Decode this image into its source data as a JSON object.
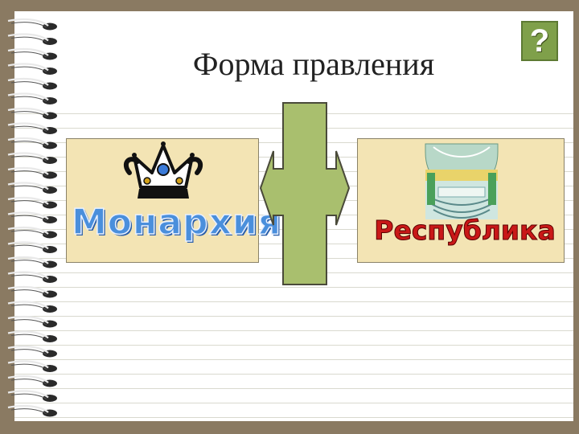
{
  "slide": {
    "title": "Форма правления",
    "help_button_label": "?",
    "left_card": {
      "label": "Монархия",
      "icon": "crown-icon"
    },
    "right_card": {
      "label": "Республика",
      "icon": "parliament-icon"
    },
    "connector_icon": "double-arrow-icon"
  },
  "colors": {
    "frame": "#8a7a62",
    "card_fill": "#f3e4b4",
    "arrow_fill": "#a9bf6e",
    "help_fill": "#7fa04a",
    "monarchy_text": "#4a8fdc",
    "republic_text": "#c91818"
  }
}
